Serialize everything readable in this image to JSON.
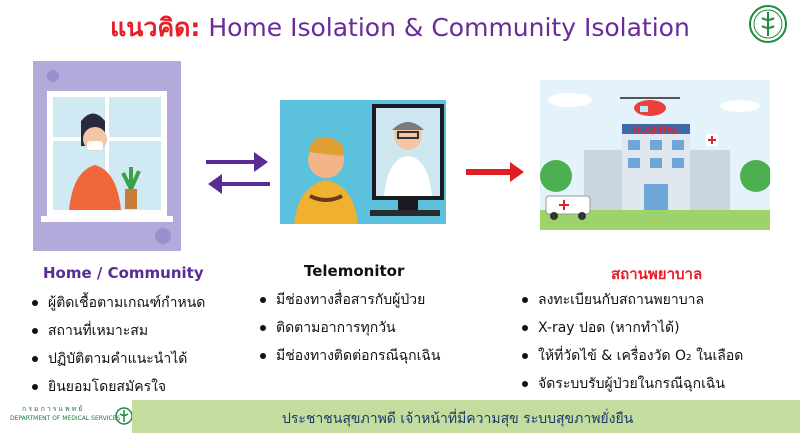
{
  "title": {
    "prefix": "แนวคิด:",
    "rest": "Home Isolation & Community Isolation"
  },
  "columns": [
    {
      "title": "Home / Community",
      "items": [
        "ผู้ติดเชื้อตามเกณฑ์กำหนด",
        "สถานที่เหมาะสม",
        "ปฏิบัติตามคำแนะนำได้",
        "ยินยอมโดยสมัครใจ"
      ]
    },
    {
      "title": "Telemonitor",
      "items": [
        "มีช่องทางสื่อสารกับผู้ป่วย",
        "ติดตามอาการทุกวัน",
        "มีช่องทางติดต่อกรณีฉุกเฉิน"
      ]
    },
    {
      "title": "สถานพยาบาล",
      "items": [
        "ลงทะเบียนกับสถานพยาบาล",
        "X-ray ปอด (หากทำได้)",
        "ให้ที่วัดไข้ & เครื่องวัด O₂ ในเลือด",
        "จัดระบบรับผู้ป่วยในกรณีฉุกเฉิน"
      ]
    }
  ],
  "illustration": {
    "hospital_sign": "HOSPITAL"
  },
  "footer": {
    "slogan": "ประชาชนสุขภาพดี เจ้าหน้าที่มีความสุข ระบบสุขภาพยั่งยืน",
    "dept_th": "กรมการแพทย์",
    "dept_en": "DEPARTMENT OF MEDICAL SERVICES"
  },
  "colors": {
    "title_red": "#e6202a",
    "title_purple": "#6a2a99",
    "footer_green": "#c4dd9e",
    "arrow_purple": "#5a2a96",
    "arrow_red": "#e11d24"
  }
}
